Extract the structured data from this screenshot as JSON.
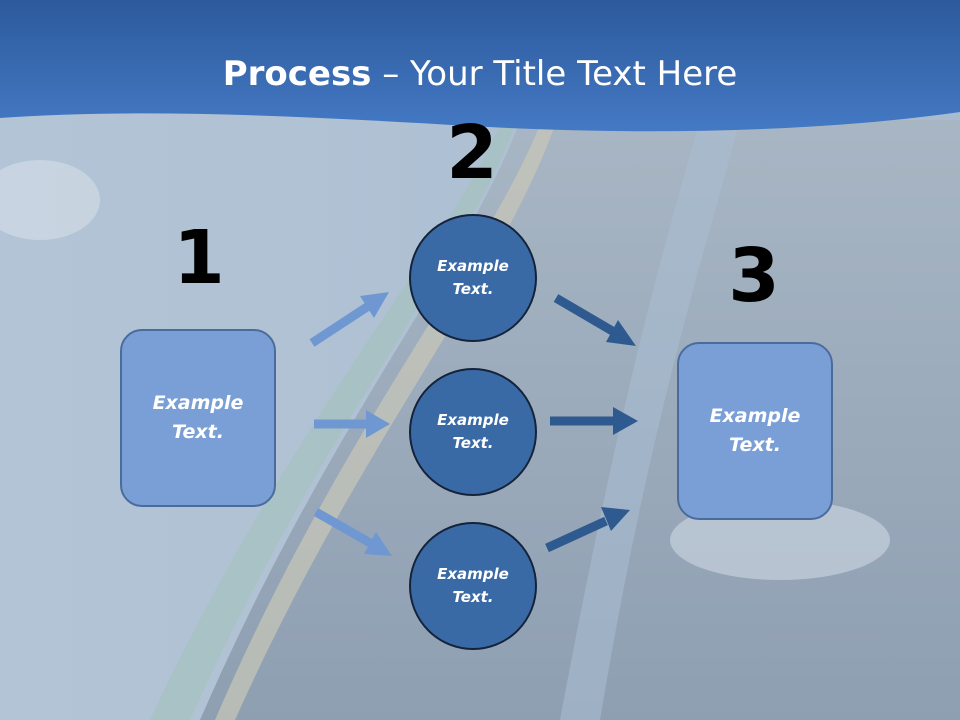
{
  "title": {
    "bold": "Process",
    "rest": " – Your Title Text Here"
  },
  "steps": {
    "one": {
      "number": "1",
      "text_line1": "Example",
      "text_line2": "Text."
    },
    "two": {
      "number": "2"
    },
    "three": {
      "number": "3",
      "text_line1": "Example",
      "text_line2": "Text."
    }
  },
  "circles": [
    {
      "line1": "Example",
      "line2": "Text."
    },
    {
      "line1": "Example",
      "line2": "Text."
    },
    {
      "line1": "Example",
      "line2": "Text."
    }
  ],
  "colors": {
    "header_blue": "#3b6fb6",
    "box_fill": "#7a9fd6",
    "circle_fill": "#3a6aa5",
    "arrow_light": "#6f97d1",
    "arrow_dark": "#2f5a8f"
  }
}
